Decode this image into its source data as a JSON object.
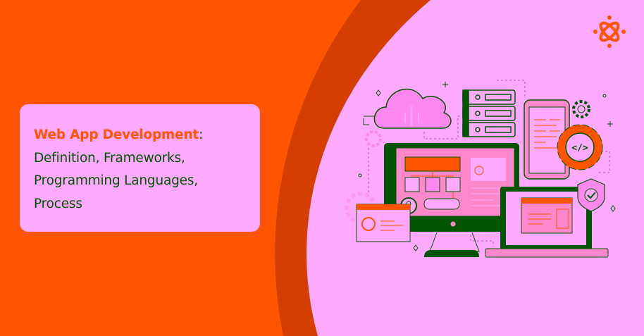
{
  "headline": {
    "highlight": "Web App Development",
    "colon": ":",
    "line2": "Definition, Frameworks,",
    "line3": "Programming Languages,",
    "line4": "Process"
  },
  "illustration": {
    "code_symbol": "</>"
  },
  "colors": {
    "orange": "#ff5500",
    "dark_orange": "#d43f00",
    "pink": "#ffaaff",
    "green": "#005500",
    "mid_pink": "#ff88cc"
  }
}
